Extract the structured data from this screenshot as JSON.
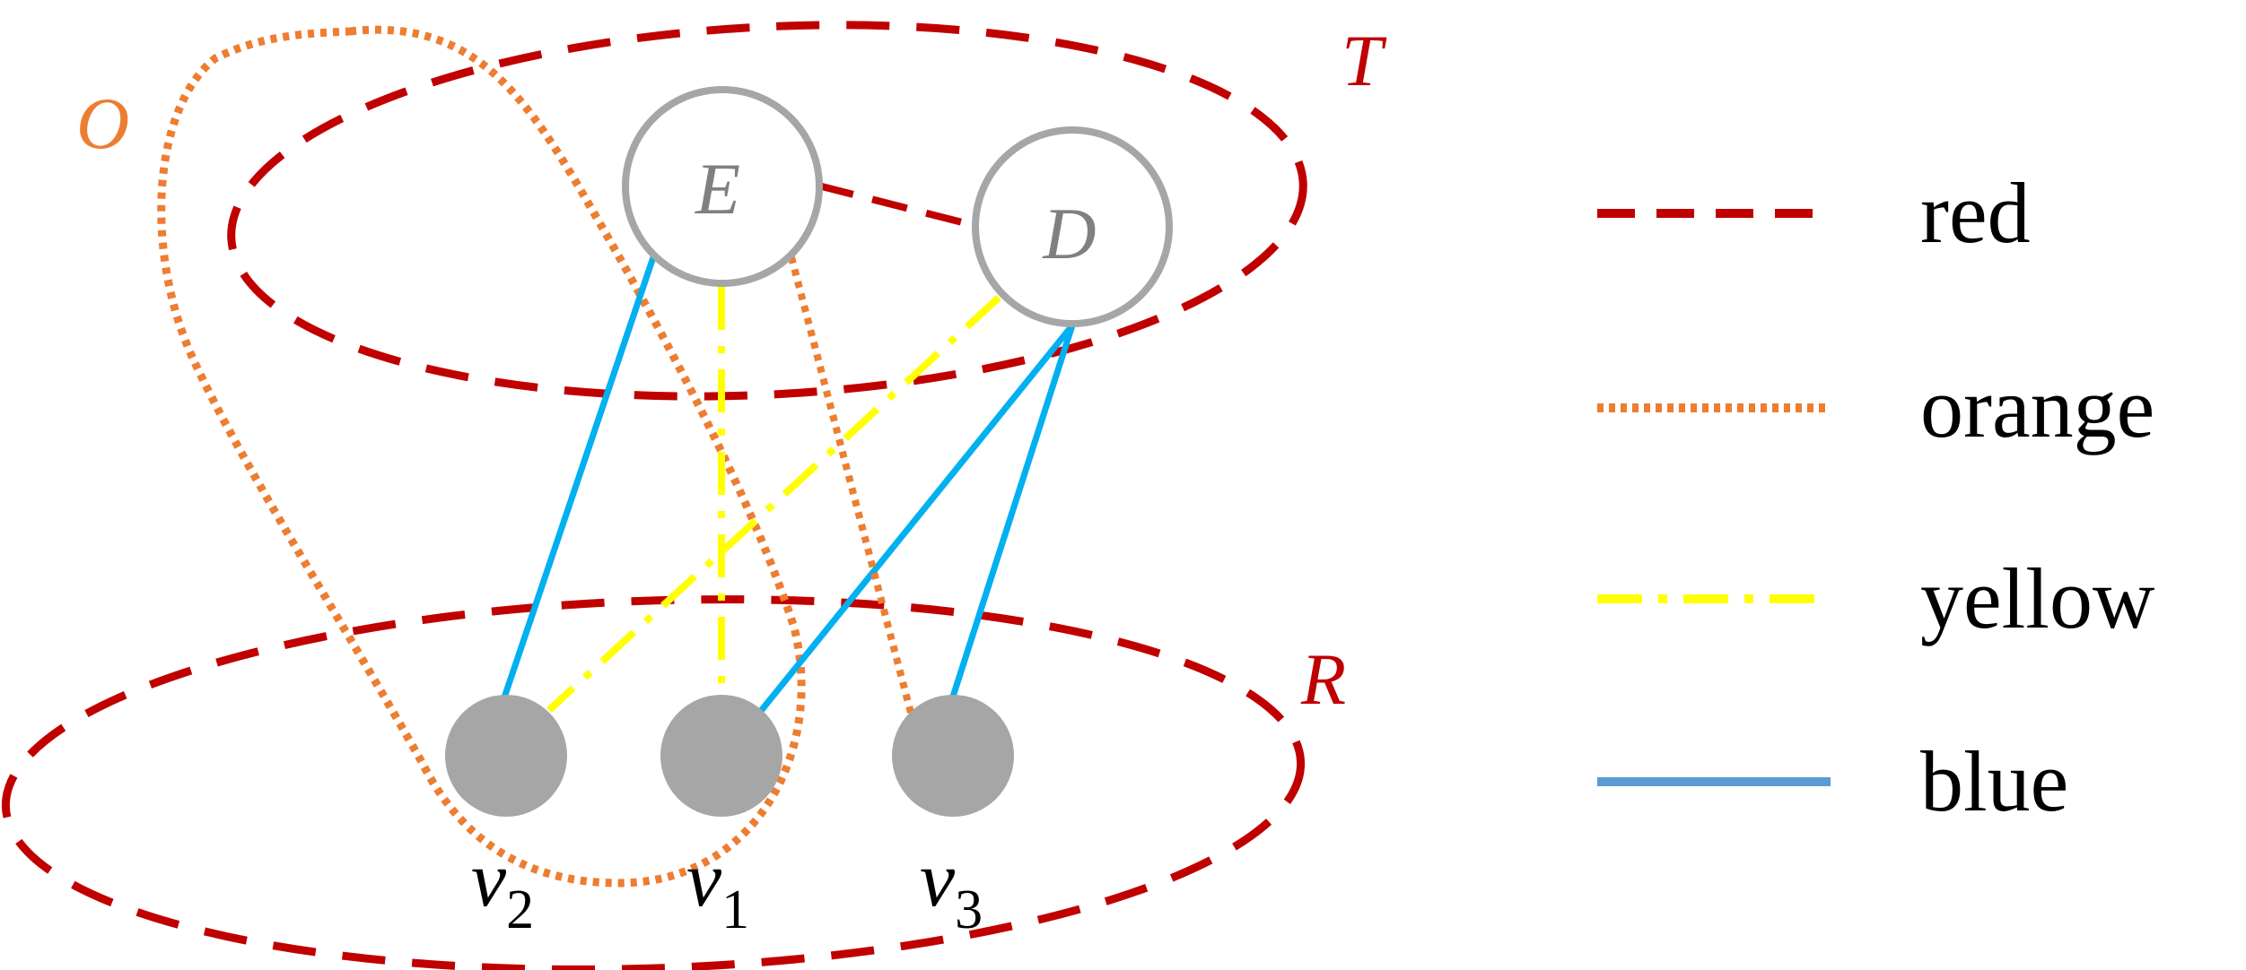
{
  "colors": {
    "red": "#C00000",
    "orange": "#ED7D31",
    "yellow": "#FFFF00",
    "blue": "#00B0F0",
    "legend_blue": "#5B9BD5",
    "node_gray": "#A6A6A6",
    "node_text": "#808080"
  },
  "sets": {
    "T": {
      "label": "T"
    },
    "R": {
      "label": "R"
    },
    "O": {
      "label": "O"
    }
  },
  "nodes": {
    "E": {
      "label": "E"
    },
    "D": {
      "label": "D"
    },
    "v2": {
      "label": "v",
      "subscript": "2"
    },
    "v1": {
      "label": "v",
      "subscript": "1"
    },
    "v3": {
      "label": "v",
      "subscript": "3"
    }
  },
  "edges": [
    {
      "from": "E",
      "to": "D",
      "style": "red"
    },
    {
      "from": "E",
      "to": "v2",
      "style": "blue"
    },
    {
      "from": "D",
      "to": "v1",
      "style": "blue"
    },
    {
      "from": "D",
      "to": "v3",
      "style": "blue"
    },
    {
      "from": "E",
      "to": "v1",
      "style": "yellow"
    },
    {
      "from": "D",
      "to": "v2",
      "style": "yellow"
    },
    {
      "from": "E",
      "to": "v3",
      "style": "orange"
    }
  ],
  "legend": [
    {
      "label": "red",
      "style": "red"
    },
    {
      "label": "orange",
      "style": "orange"
    },
    {
      "label": "yellow",
      "style": "yellow"
    },
    {
      "label": "blue",
      "style": "blue"
    }
  ]
}
